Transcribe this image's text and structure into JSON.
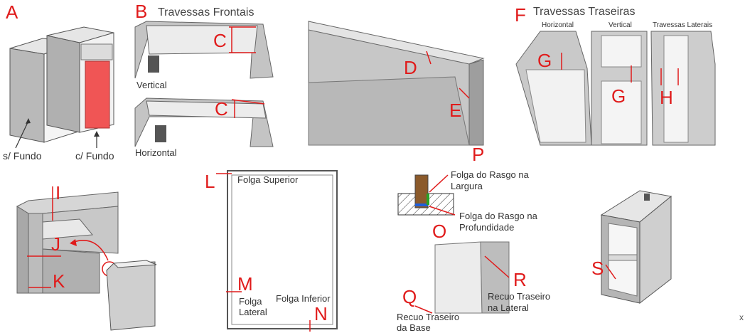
{
  "colors": {
    "accent_red": "#e01b1b",
    "panel_gray": "#c8c8c8",
    "panel_light": "#e8e8e8",
    "panel_dark": "#a9a9a9",
    "back_panel": "#f05555",
    "groove_wood": "#8b5a2b"
  },
  "letters": {
    "A": "A",
    "B": "B",
    "C": "C",
    "D": "D",
    "E": "E",
    "F": "F",
    "G": "G",
    "H": "H",
    "I": "I",
    "J": "J",
    "K": "K",
    "L": "L",
    "M": "M",
    "N": "N",
    "O": "O",
    "P": "P",
    "Q": "Q",
    "R": "R",
    "S": "S"
  },
  "panel_a": {
    "no_back": "s/ Fundo",
    "with_back": "c/ Fundo"
  },
  "panel_b": {
    "title": "Travessas Frontais",
    "vertical": "Vertical",
    "horizontal": "Horizontal"
  },
  "panel_f": {
    "title": "Travessas Traseiras",
    "horizontal": "Horizontal",
    "vertical": "Vertical",
    "lateral": "Travessas Laterais"
  },
  "panel_l": {
    "top": "Folga Superior",
    "lateral": [
      "Folga",
      "Lateral"
    ],
    "bottom": "Folga Inferior"
  },
  "panel_p": {
    "width_gap": [
      "Folga do Rasgo na",
      "Largura"
    ],
    "depth_gap": [
      "Folga do Rasgo na",
      "Profundidade"
    ]
  },
  "panel_q": {
    "lateral_recess": [
      "Recuo Traseiro",
      "na Lateral"
    ],
    "base_recess": [
      "Recuo Traseiro",
      "da Base"
    ]
  },
  "corner_mark": "x"
}
